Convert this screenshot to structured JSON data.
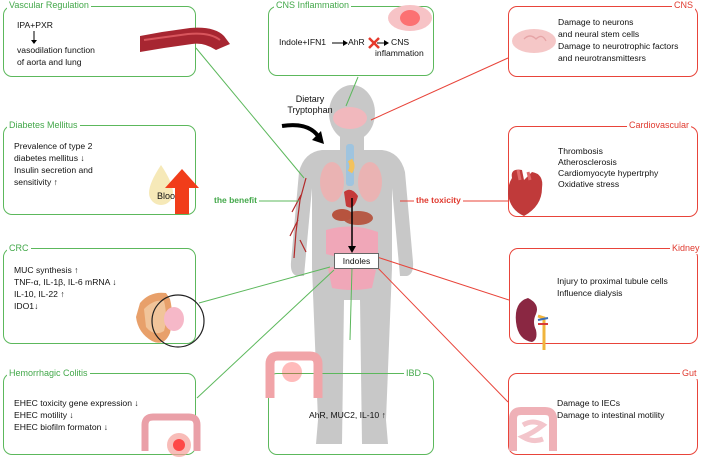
{
  "center": {
    "dietary_line1": "Dietary",
    "dietary_line2": "Tryptophan",
    "indoles": "Indoles",
    "benefit": "the benefit",
    "toxicity": "the toxicity",
    "blood": "Blood"
  },
  "vascular": {
    "title": "Vascular Regulation",
    "l1": "IPA+PXR",
    "l2": "vasodilation function",
    "l3": "of aorta and lung"
  },
  "cns_inflammation": {
    "title": "CNS Inflammation",
    "l1": "Indole+IFN1",
    "l2": "AhR",
    "l3": "CNS",
    "l4": "inflammation"
  },
  "cns": {
    "title": "CNS",
    "l1": "Damage to neurons",
    "l2": "and neural stem cells",
    "l3": "Damage to neurotrophic factors",
    "l4": "and neurotransmittesrs"
  },
  "diabetes": {
    "title": "Diabetes Mellitus",
    "l1": "Prevalence of type 2",
    "l2": "diabetes mellitus",
    "l3": "Insulin secretion and",
    "l4": "sensitivity"
  },
  "cardio": {
    "title": "Cardiovascular",
    "l1": "Thrombosis",
    "l2": "Atherosclerosis",
    "l3": "Cardiomyocyte hypertrphy",
    "l4": "Oxidative stress"
  },
  "crc": {
    "title": "CRC",
    "l1": "MUC synthesis",
    "l2": "TNF-α, IL-1β, IL-6 mRNA",
    "l3": "IL-10, IL-22",
    "l4": "IDO1"
  },
  "kidney": {
    "title": "Kidney",
    "l1": "Injury to proximal tubule cells",
    "l2": "Influence dialysis"
  },
  "hc": {
    "title": "Hemorrhagic Colitis",
    "l1": "EHEC toxicity gene expression",
    "l2": "EHEC motility",
    "l3": "EHEC biofilm formaton"
  },
  "ibd": {
    "title": "IBD",
    "l1": "AhR, MUC2, IL-10"
  },
  "gut": {
    "title": "Gut",
    "l1": "Damage to IECs",
    "l2": "Damage to intestinal motility"
  },
  "colors": {
    "green": "#5cb85c",
    "red": "#e8443a",
    "body": "#c8c8c8"
  }
}
